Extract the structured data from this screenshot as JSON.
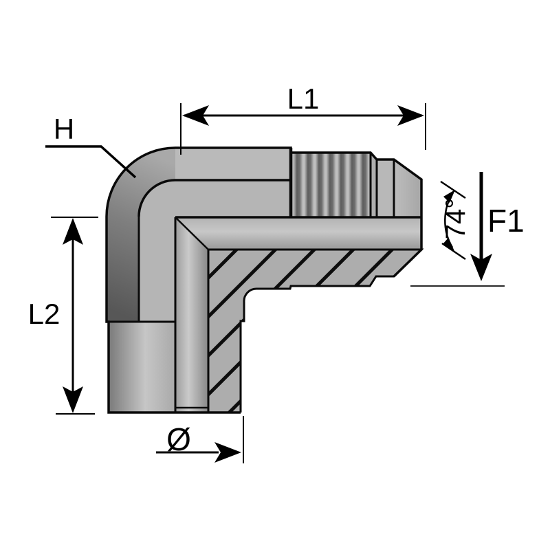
{
  "drawing": {
    "type": "technical-drawing",
    "annotations": {
      "l1_label": "L1",
      "h_label": "H",
      "l2_label": "L2",
      "f1_label": "F1",
      "flare_angle_label": "74°",
      "diameter_label": "Ø"
    },
    "colors": {
      "background": "#ffffff",
      "outline": "#000000",
      "body_gray": "#b5b5b5",
      "upper_band_gray": "#bababa",
      "dark_band_start": "#575757",
      "dark_band_end": "#a2a2a2",
      "hatch_fill": "#adadad",
      "thread_dark": "#5e5e5e",
      "thread_light": "#c0c0c0",
      "dimension_line": "#000000"
    }
  }
}
